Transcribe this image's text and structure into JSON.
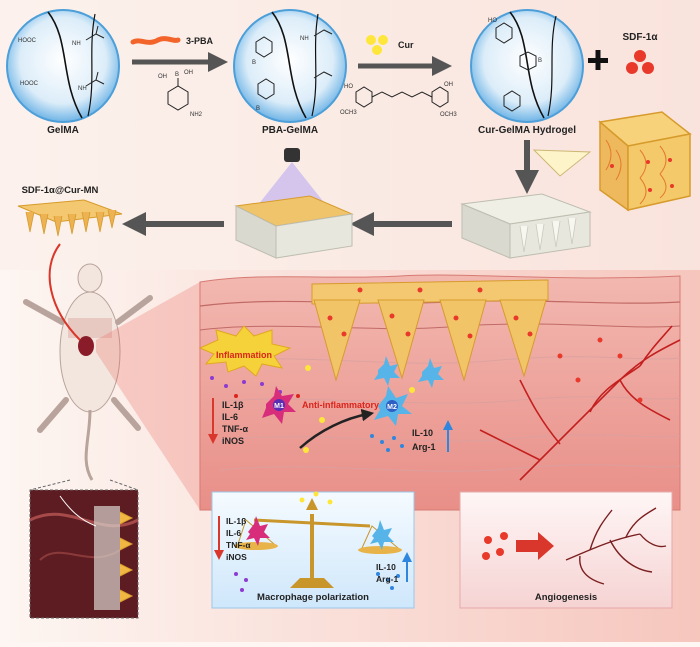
{
  "top": {
    "gelma": "GelMA",
    "pba_gelma": "PBA-GelMA",
    "cur_hydrogel": "Cur-GelMA Hydrogel",
    "reagent_pba": "3-PBA",
    "reagent_cur": "Cur",
    "sdf": "SDF-1α",
    "cooh": "HOOC",
    "nh": "NH",
    "oh": "OH",
    "b": "B",
    "nh2": "NH2",
    "ho": "HO",
    "och3": "OCH3"
  },
  "microneedle": {
    "label": "SDF-1α@Cur-MN"
  },
  "tissue": {
    "inflammation": "Inflammation",
    "anti_inflammatory": "Anti-inflammatory",
    "m1": "M1",
    "m2": "M2",
    "pro_markers": [
      "IL-1β",
      "IL-6",
      "TNF-α",
      "iNOS"
    ],
    "anti_markers": [
      "IL-10",
      "Arg-1"
    ]
  },
  "panels": {
    "macrophage": "Macrophage polarization",
    "angiogenesis": "Angiogenesis",
    "pro_markers": [
      "IL-1β",
      "IL-6",
      "TNF-α",
      "iNOS"
    ],
    "anti_markers": [
      "IL-10",
      "Arg-1"
    ]
  },
  "colors": {
    "arrow_red": "#d9372b",
    "arrow_blue": "#2e86de",
    "gold": "#e8b44a"
  }
}
